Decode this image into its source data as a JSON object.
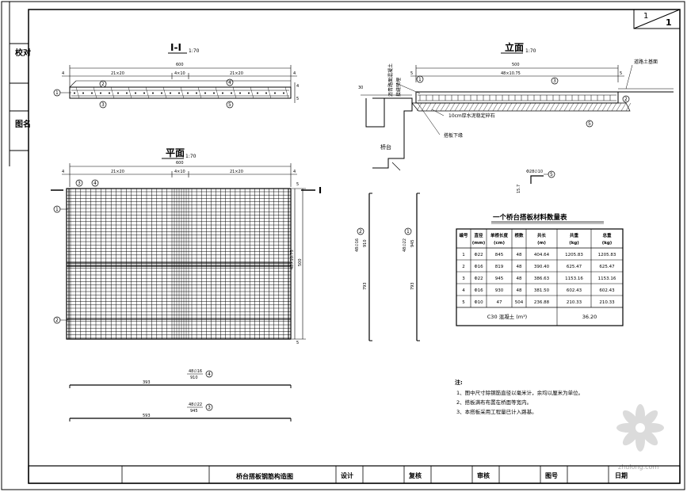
{
  "side_labels": {
    "top": "校对",
    "bottom": "图名"
  },
  "sheet_no": {
    "left": "1",
    "right": "1"
  },
  "section": {
    "title": "I-I",
    "scale": "1:70",
    "total": "600",
    "seg_left": "21×20",
    "seg_mid": "4×10",
    "seg_right": "21×20",
    "edge_left": "4",
    "edge_right": "4",
    "thick_a": "4",
    "thick_b": "5",
    "mark_1": "1",
    "mark_2": "2",
    "mark_3": "3",
    "mark_4": "4",
    "mark_5": "5"
  },
  "elevation": {
    "title": "立面",
    "scale": "1:70",
    "total": "500",
    "seg": "48×10.75",
    "edge_left": "5",
    "edge_right": "5",
    "label_asphalt": "沥青路面混凝土",
    "label_road": "道路土基面",
    "label_cushion": "10cm厚水泥稳定碎石",
    "label_shaft": "接缝预埋",
    "label_abutment": "桥台",
    "mark_1": "1",
    "mark_2": "2",
    "mark_3": "3",
    "mark_5": "5",
    "dim_small": "30"
  },
  "plan": {
    "title": "平面",
    "scale": "1:70",
    "total": "600",
    "seg_left": "21×20",
    "seg_mid": "4×10",
    "seg_right": "21×20",
    "edge_left": "4",
    "edge_right": "4",
    "side_dim": "48×10.75",
    "side_total": "500",
    "edge_top": "5",
    "edge_bottom": "5",
    "section_mark": "I",
    "mark_1": "1",
    "mark_2": "2",
    "mark_3": "3",
    "mark_4": "4"
  },
  "bars": {
    "bar_a_label": "48∅16",
    "bar_a_len": "910",
    "bar_a_dim": "393",
    "bar_a_mark": "4",
    "bar_b_label": "48∅22",
    "bar_b_len": "945",
    "bar_b_dim": "593",
    "bar_b_mark": "3",
    "bar_c_label": "Φ28∅10",
    "bar_c_dim": "15.7",
    "bar_c_mark": "5",
    "vbar1_label": "48∅16",
    "vbar1_len": "910",
    "vbar1_dim": "793",
    "vbar1_mark": "2",
    "vbar2_label": "48∅22",
    "vbar2_len": "945",
    "vbar2_dim": "793",
    "vbar2_mark": "1"
  },
  "table": {
    "title": "一个桥台搭板材料数量表",
    "headers": [
      "编号",
      "直径 (mm)",
      "单根长度 (cm)",
      "根数",
      "共长 (m)",
      "共重 (kg)",
      "总重 (kg)"
    ],
    "rows": [
      [
        "1",
        "Φ22",
        "845",
        "48",
        "404.64",
        "1205.83",
        "1205.83"
      ],
      [
        "2",
        "Φ16",
        "819",
        "48",
        "390.40",
        "625.47",
        "625.47"
      ],
      [
        "3",
        "Φ22",
        "945",
        "48",
        "386.63",
        "1153.16",
        "1153.16"
      ],
      [
        "4",
        "Φ16",
        "930",
        "48",
        "381.50",
        "602.43",
        "602.43"
      ],
      [
        "5",
        "Φ10",
        "47",
        "504",
        "236.88",
        "210.33",
        "210.33"
      ]
    ],
    "concrete_label": "C30 混凝土 (m³)",
    "concrete_value": "36.20"
  },
  "notes": {
    "heading": "注:",
    "items": [
      "1、图中尺寸除钢筋直径以毫米计，余均以厘米为单位。",
      "2、搭板满布布置在桥面等宽内。",
      "3、本搭板采用工程量已计入路基。"
    ]
  },
  "title_block": {
    "drawing_name": "桥台搭板钢筋构造图",
    "design": "设计",
    "review": "复核",
    "approve": "审核",
    "drawing_no_label": "图号",
    "date_label": "日期"
  },
  "watermark": "zhulong.com"
}
